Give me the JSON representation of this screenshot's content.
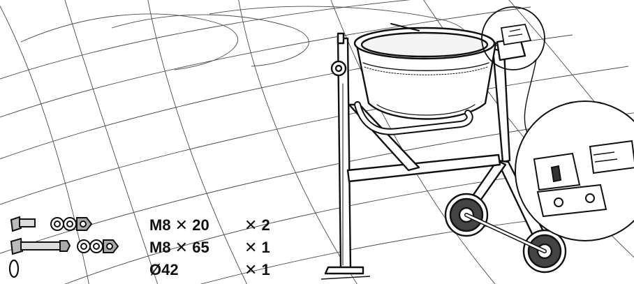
{
  "parts": [
    {
      "icon": "bolt-nut-washers-short-icon",
      "spec": "M8 ✕ 20",
      "qty": "✕ 2"
    },
    {
      "icon": "bolt-nut-washers-long-icon",
      "spec": "M8 ✕ 65",
      "qty": "✕ 1"
    },
    {
      "icon": "o-ring-icon",
      "spec": "Ø42",
      "qty": "✕ 1"
    }
  ],
  "icons": {
    "background": "perspective-grid-lines",
    "machine": "cement-mixer-icon",
    "detail_small": "detail-circle-icon",
    "detail_large": "detail-zoom-circle-icon"
  }
}
